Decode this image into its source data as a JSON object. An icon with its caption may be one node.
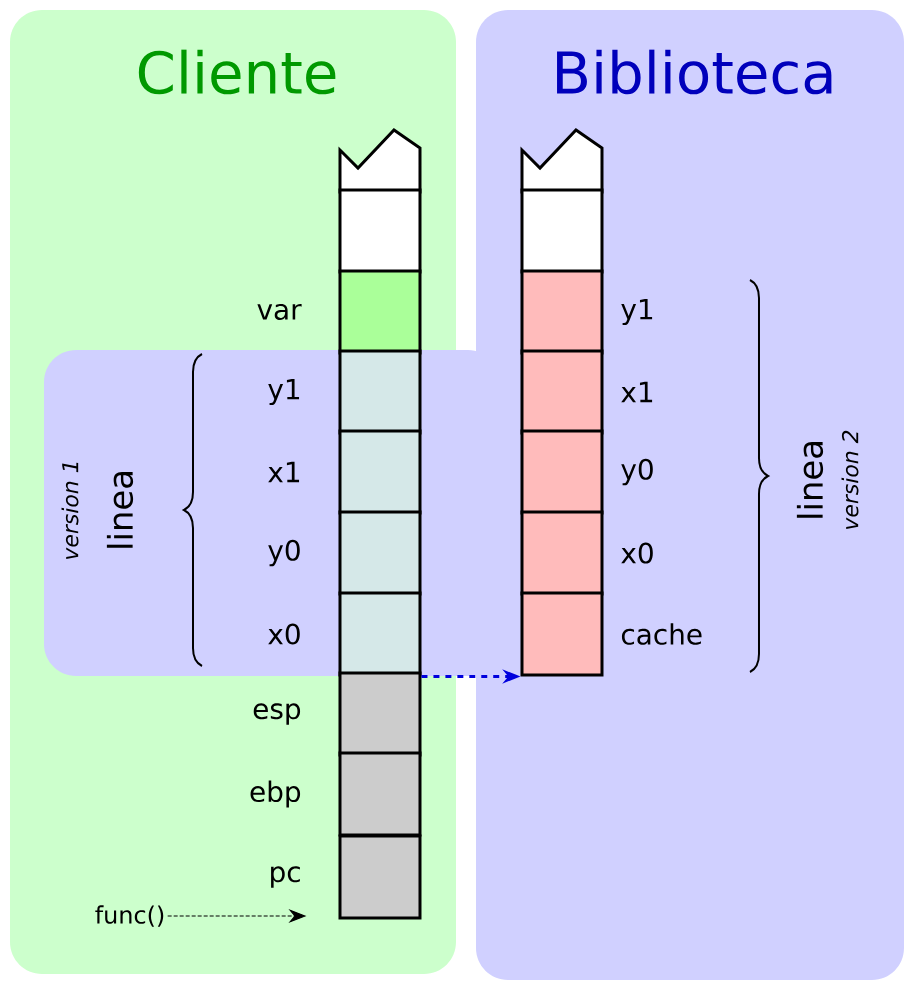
{
  "diagram": {
    "nodes": [
      {
        "text": [
          "Cliente"
        ]
      },
      {
        "text": [
          "Biblioteca"
        ]
      },
      {
        "text": [],
        "shape": "box",
        "in": 0
      },
      {
        "text": [],
        "shape": "box",
        "in": 0
      },
      {
        "text": [],
        "shape": "box",
        "in": 0,
        "beside": [
          "var"
        ]
      },
      {
        "text": [],
        "shape": "box",
        "in": 0,
        "beside": [
          "y1"
        ]
      },
      {
        "text": [],
        "shape": "box",
        "in": 0,
        "beside": [
          "x1"
        ]
      },
      {
        "text": [],
        "shape": "box",
        "in": 0,
        "beside": [
          "y0"
        ]
      },
      {
        "text": [],
        "shape": "box",
        "in": 0,
        "beside": [
          "x0"
        ]
      },
      {
        "text": [],
        "shape": "box",
        "in": 0,
        "beside": [
          "esp"
        ]
      },
      {
        "text": [],
        "shape": "box",
        "in": 0,
        "beside": [
          "ebp"
        ]
      },
      {
        "text": [],
        "shape": "box",
        "in": 0,
        "beside": [
          "pc"
        ]
      },
      {
        "text": [],
        "shape": "box",
        "in": 1
      },
      {
        "text": [],
        "shape": "box",
        "in": 1
      },
      {
        "text": [],
        "shape": "box",
        "in": 1,
        "beside": [
          "y1"
        ]
      },
      {
        "text": [],
        "shape": "box",
        "in": 1,
        "beside": [
          "x1"
        ]
      },
      {
        "text": [],
        "shape": "box",
        "in": 1,
        "beside": [
          "y0"
        ]
      },
      {
        "text": [],
        "shape": "box",
        "in": 1,
        "beside": [
          "x0"
        ]
      },
      {
        "text": [],
        "shape": "box",
        "in": 1,
        "beside": [
          "cache"
        ]
      },
      {
        "text": [
          "func()"
        ],
        "in": 0
      }
    ],
    "edges": [
      {
        "from": 8,
        "to": 18,
        "arrow": "to",
        "style": "dashed",
        "color": "#0000dd"
      },
      {
        "from": 19,
        "to": 11,
        "arrow": "to",
        "style": "dashed",
        "color": "#000000"
      }
    ],
    "labels": [
      "version 1",
      "linea",
      "linea",
      "version 2"
    ]
  }
}
